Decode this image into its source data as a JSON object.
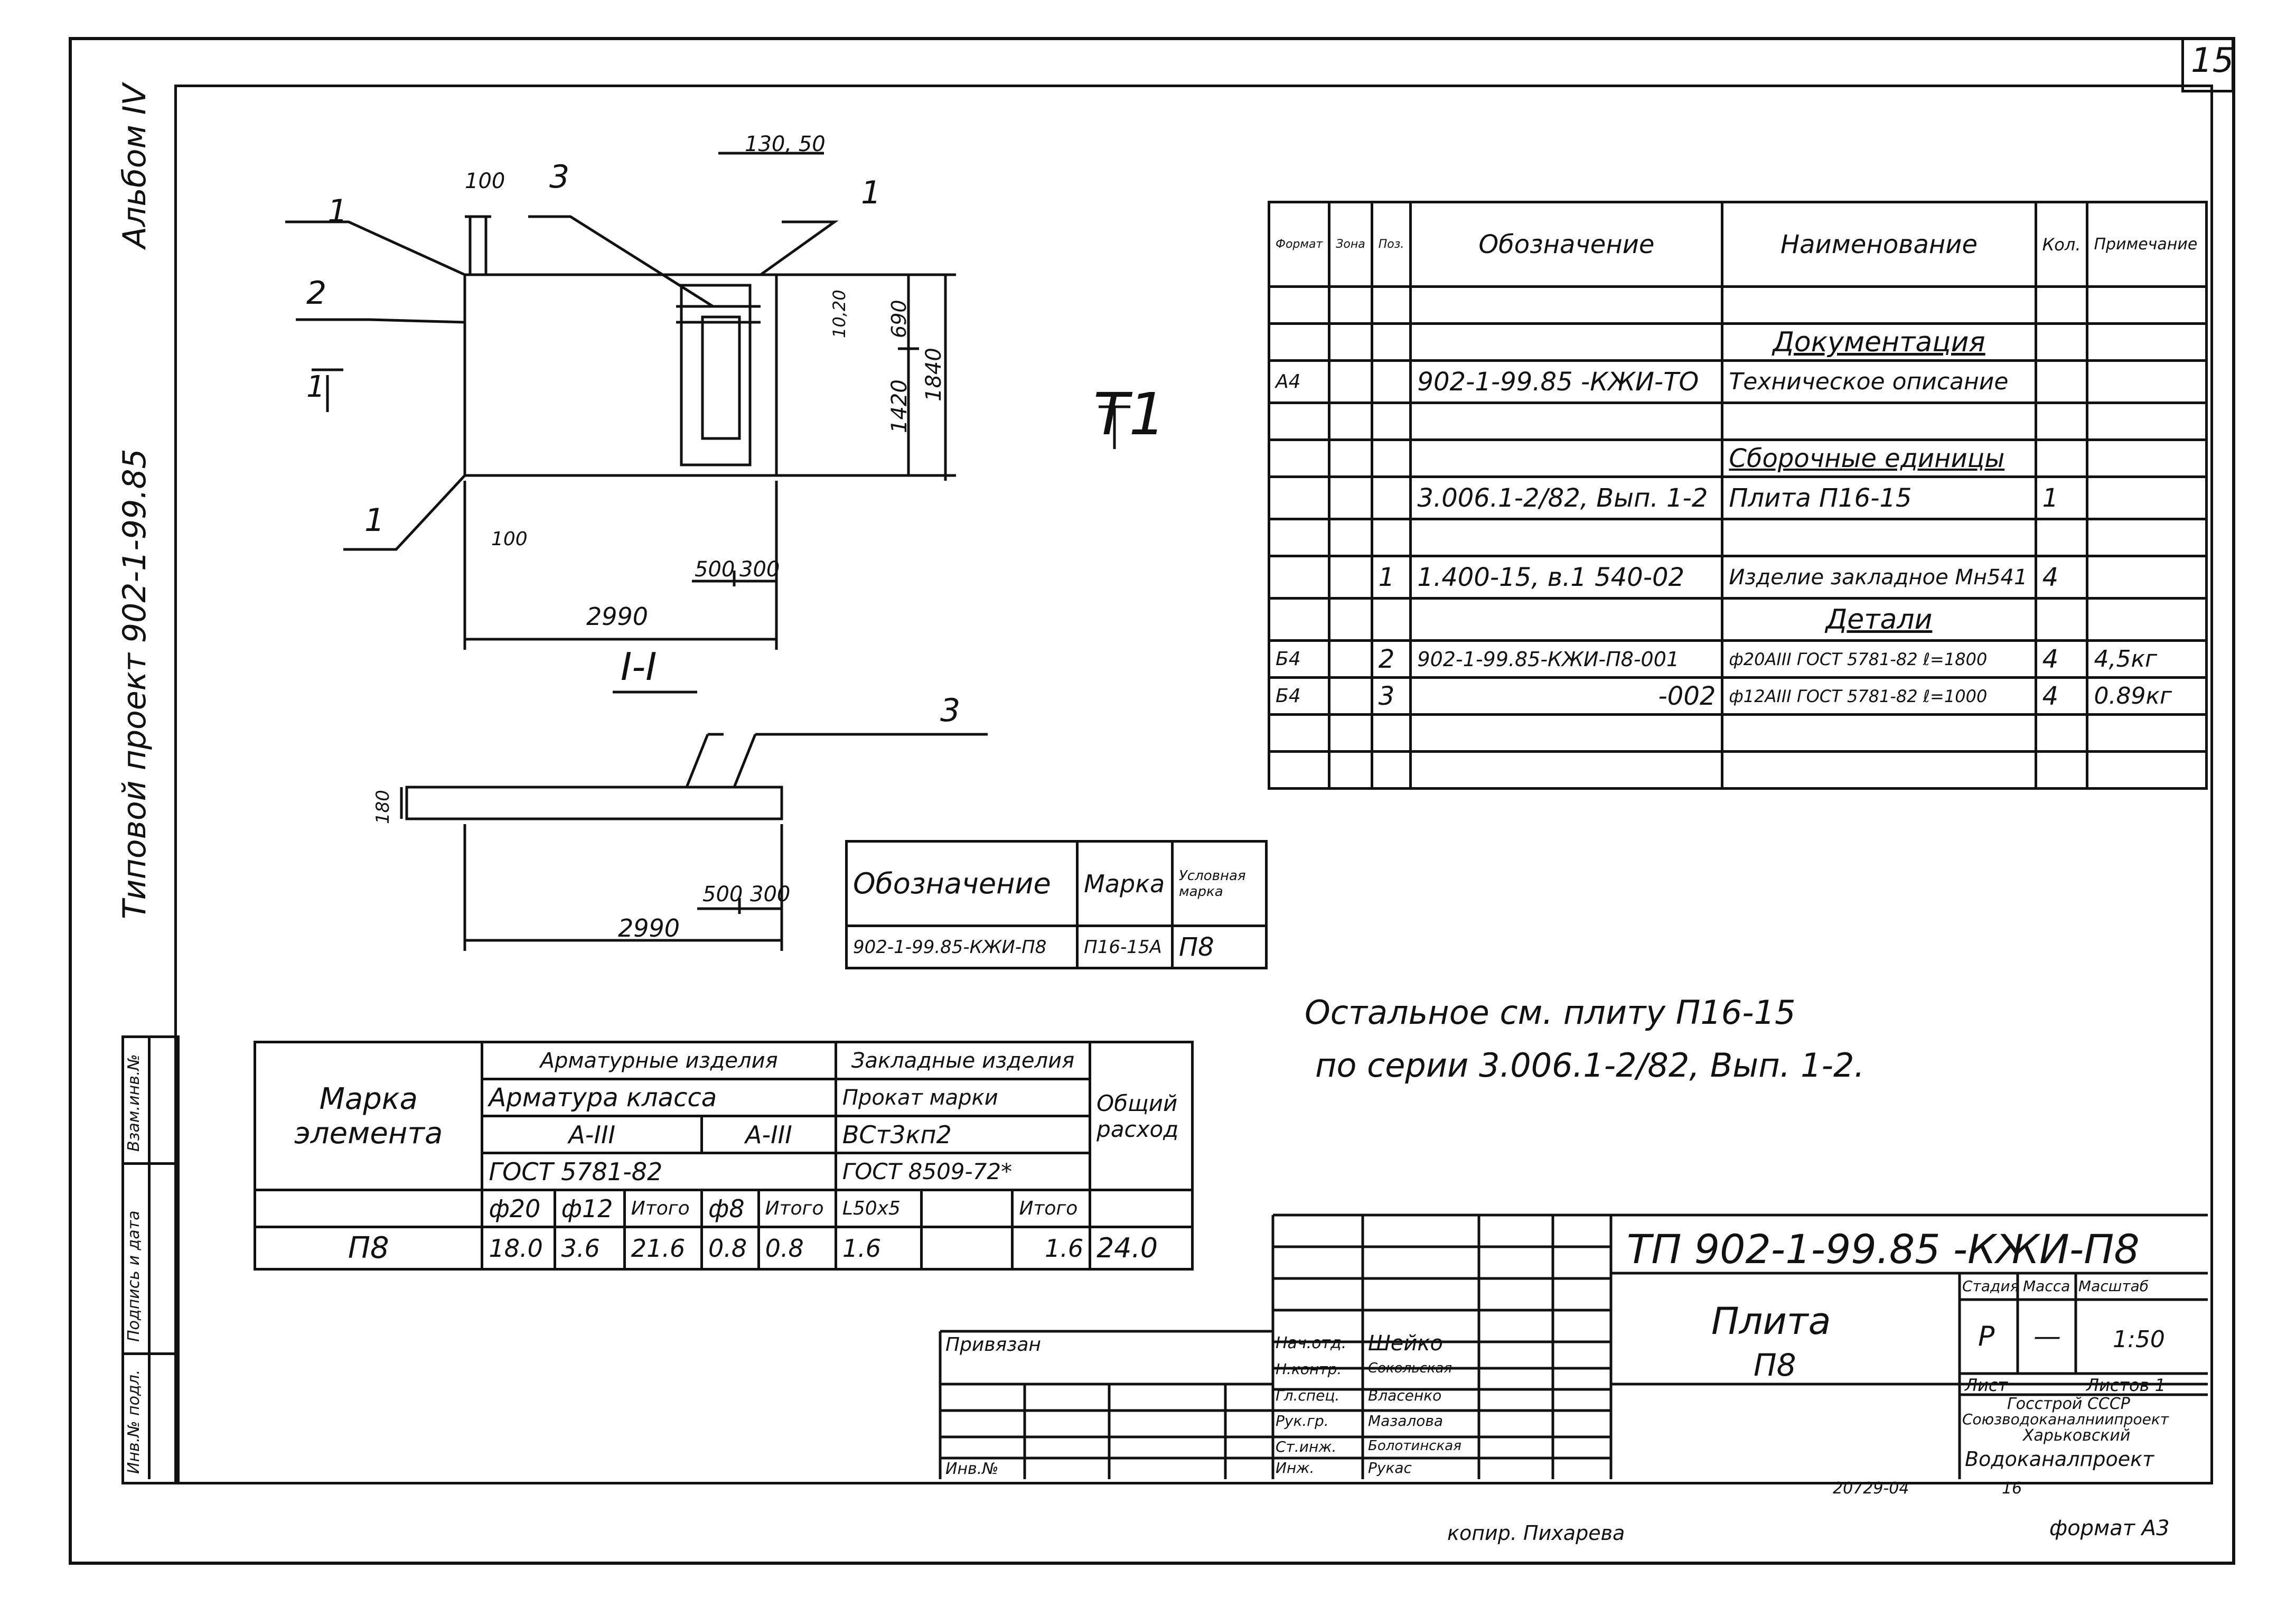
{
  "sheet_number": "15",
  "side_album": "Альбом IV",
  "side_project": "Типовой проект 902-1-99.85",
  "section_label": "1",
  "section_title": "I-I",
  "view_mark": "T1",
  "plan_dims": {
    "top_100": "100",
    "top_130_50": "130, 50",
    "d_10_20": "10,20",
    "d_690": "690",
    "d_1420": "1420",
    "d_1840": "1840",
    "bottom_100": "100",
    "d_500": "500",
    "d_300": "300",
    "d_2990": "2990"
  },
  "plan_callouts": [
    "1",
    "3",
    "1",
    "2",
    "1"
  ],
  "section_dims": {
    "h_180": "180",
    "d_500": "500",
    "d_300": "300",
    "d_2990": "2990",
    "callout_3": "3"
  },
  "spec_table": {
    "headers": [
      "Формат",
      "Зона",
      "Поз.",
      "Обозначение",
      "Наименование",
      "Кол.",
      "Примечание"
    ],
    "rows": [
      [
        "",
        "",
        "",
        "",
        "",
        "",
        ""
      ],
      [
        "",
        "",
        "",
        "",
        "Документация",
        "",
        ""
      ],
      [
        "А4",
        "",
        "",
        "902-1-99.85 -КЖИ-ТО",
        "Техническое описание",
        "",
        ""
      ],
      [
        "",
        "",
        "",
        "",
        "",
        "",
        ""
      ],
      [
        "",
        "",
        "",
        "",
        "Сборочные единицы",
        "",
        ""
      ],
      [
        "",
        "",
        "",
        "3.006.1-2/82, Вып. 1-2",
        "Плита  П16-15",
        "1",
        ""
      ],
      [
        "",
        "",
        "",
        "",
        "",
        "",
        ""
      ],
      [
        "",
        "",
        "1",
        "1.400-15, в.1  540-02",
        "Изделие закладное Мн541",
        "4",
        ""
      ],
      [
        "",
        "",
        "",
        "",
        "Детали",
        "",
        ""
      ],
      [
        "Б4",
        "",
        "2",
        "902-1-99.85-КЖИ-П8-001",
        "ф20АIII ГОСТ 5781-82 ℓ=1800",
        "4",
        "4,5кг"
      ],
      [
        "Б4",
        "",
        "3",
        "-002",
        "ф12АIII ГОСТ 5781-82 ℓ=1000",
        "4",
        "0.89кг"
      ],
      [
        "",
        "",
        "",
        "",
        "",
        "",
        ""
      ],
      [
        "",
        "",
        "",
        "",
        "",
        "",
        ""
      ]
    ]
  },
  "mark_table": {
    "headers": [
      "Обозначение",
      "Марка",
      "Условная марка"
    ],
    "row": [
      "902-1-99.85-КЖИ-П8",
      "П16-15А",
      "П8"
    ]
  },
  "note_line1": "Остальное  см.  плиту  П16-15",
  "note_line2": "по  серии  3.006.1-2/82, Вып. 1-2.",
  "steel_table": {
    "mark_header": "Марка элемента",
    "arm_header": "Арматурные изделия",
    "emb_header": "Закладные изделия",
    "total_header": "Общий расход",
    "arm_class": "Арматура класса",
    "prokat": "Прокат марки",
    "a3_1": "А-III",
    "a3_2": "А-III",
    "vst": "ВСт3кп2",
    "gost1": "ГОСТ 5781-82",
    "gost2": "ГОСТ 8509-72*",
    "cols": [
      "ф20",
      "ф12",
      "Итого",
      "ф8",
      "Итого",
      "L50х5",
      "",
      "Итого"
    ],
    "row": [
      "П8",
      "18.0",
      "3.6",
      "21.6",
      "0.8",
      "0.8",
      "1.6",
      "",
      "1.6",
      "24.0"
    ]
  },
  "side_stamp": [
    "Взам.инв.№",
    "Подпись и дата",
    "Инв.№ подл."
  ],
  "privyazan": "Привязан",
  "inv_no": "Инв.№",
  "title_block": {
    "code": "ТП 902-1-99.85   -КЖИ-П8",
    "name1": "Плита",
    "name2": "П8",
    "stage_h": "Стадия",
    "mass_h": "Масса",
    "scale_h": "Масштаб",
    "stage": "Р",
    "mass": "—",
    "scale": "1:50",
    "sheet_h": "Лист",
    "sheets_h": "Листов 1",
    "org1": "Госстрой СССР",
    "org2": "Союзводоканалниипроект",
    "org3": "Харьковский",
    "org4": "Водоканалпроект",
    "signers": [
      [
        "Нач.отд.",
        "Шейко"
      ],
      [
        "Н.контр.",
        "Сокольская"
      ],
      [
        "Гл.спец.",
        "Власенко"
      ],
      [
        "Рук.гр.",
        "Мазалова"
      ],
      [
        "Ст.инж.",
        "Болотинская"
      ],
      [
        "Инж.",
        "Рукас"
      ]
    ]
  },
  "bottom_num": "20729-04",
  "bottom_16": "16",
  "copier": "копир. Пихарева",
  "format": "формат А3"
}
